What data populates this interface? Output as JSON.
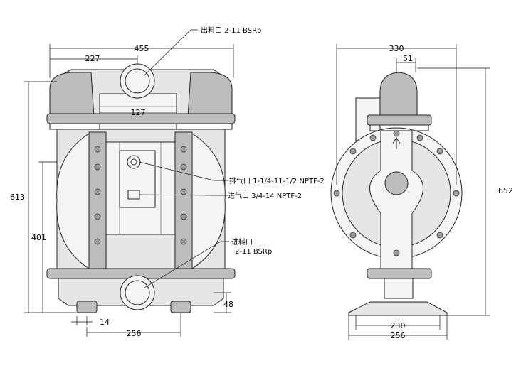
{
  "labels": {
    "outlet": "出料口 2-11 BSRp",
    "exhaust": "排气口 1-1/4-11-1/2 NPTF-2",
    "air_inlet": "进气口 3/4-14 NPTF-2",
    "inlet_line1": "进料口",
    "inlet_line2": "2-11 BSRp"
  },
  "dimensions": {
    "front_width": "455",
    "half_width": "227",
    "manifold_width": "127",
    "total_height": "613",
    "inlet_height": "401",
    "foot_height": "48",
    "foot_width": "14",
    "base_width_front": "256",
    "side_width": "330",
    "side_offset": "51",
    "side_height": "652",
    "side_base_inner": "230",
    "side_base_outer": "256"
  }
}
